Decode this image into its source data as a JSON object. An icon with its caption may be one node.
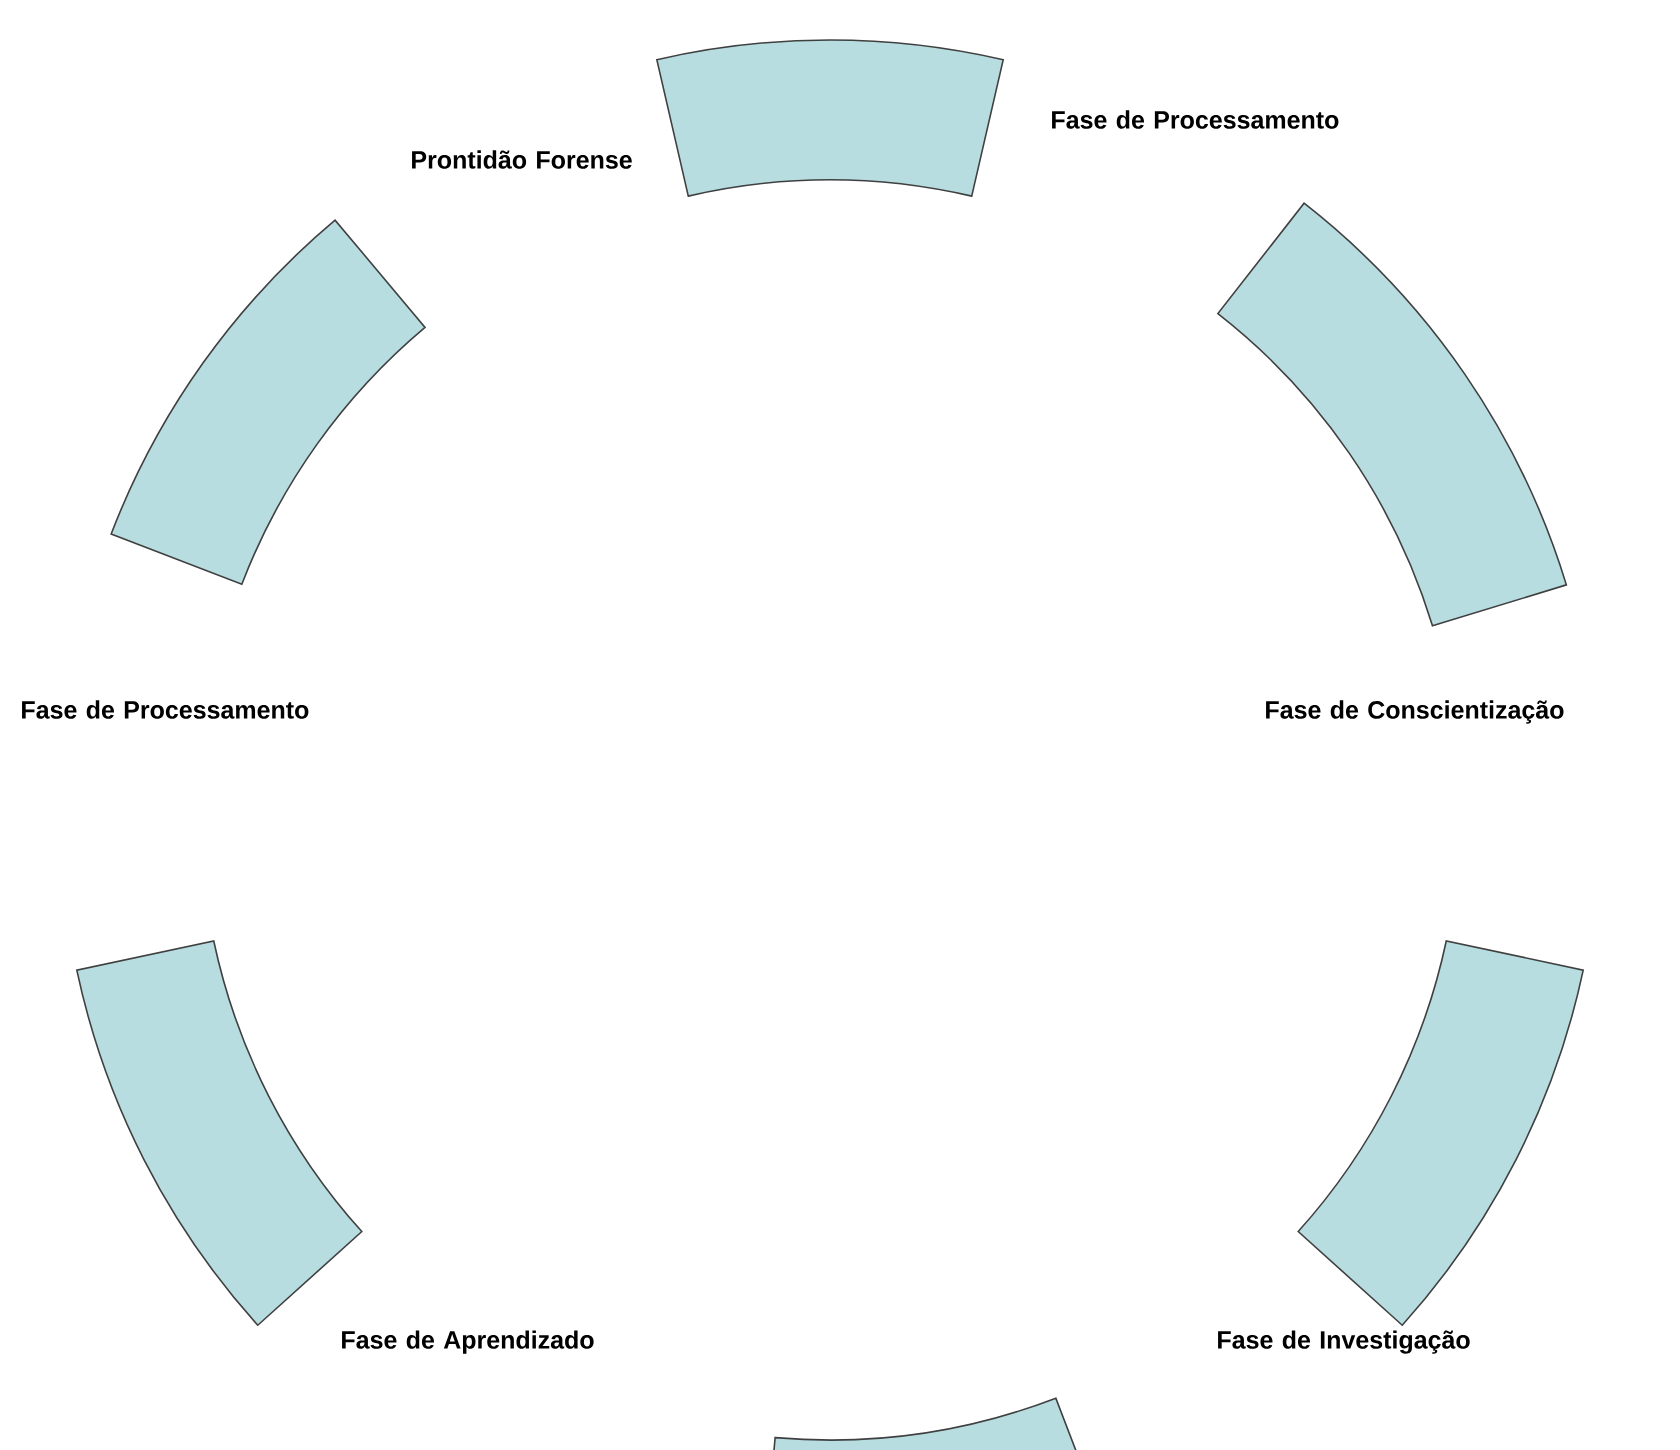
{
  "diagram": {
    "nodes": [
      {
        "text": [
          "Prontidão Forense"
        ]
      },
      {
        "text": [
          "Fase de Processamento"
        ]
      },
      {
        "text": [
          "Fase de Processamento"
        ]
      },
      {
        "text": [
          "Fase de Conscientização"
        ]
      },
      {
        "text": [
          "Fase de Aprendizado"
        ]
      },
      {
        "text": [
          "Fase de Investigação"
        ]
      },
      {
        "text": [],
        "shape": "band"
      },
      {
        "text": [],
        "shape": "band"
      },
      {
        "text": [],
        "shape": "band"
      },
      {
        "text": [],
        "shape": "band"
      },
      {
        "text": [],
        "shape": "band"
      },
      {
        "text": [],
        "shape": "band"
      }
    ]
  }
}
